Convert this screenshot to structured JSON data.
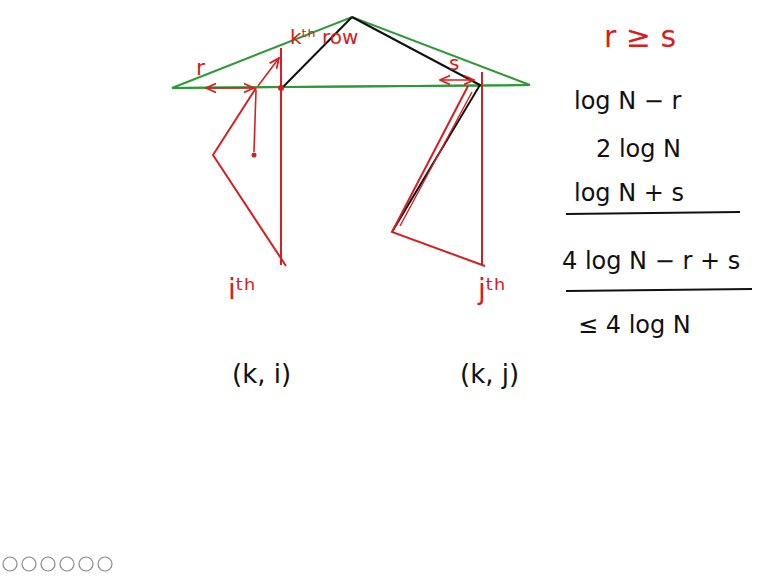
{
  "diagram": {
    "labels": [
      "r",
      "kᵗʰ row",
      "s",
      "r ≥ s",
      "log N − r",
      "2 log N",
      "log N + s",
      "4 log N − r + s",
      "≤ 4 log N",
      "iᵗʰ",
      "jᵗʰ",
      "(k, i)",
      "(k, j)"
    ]
  }
}
